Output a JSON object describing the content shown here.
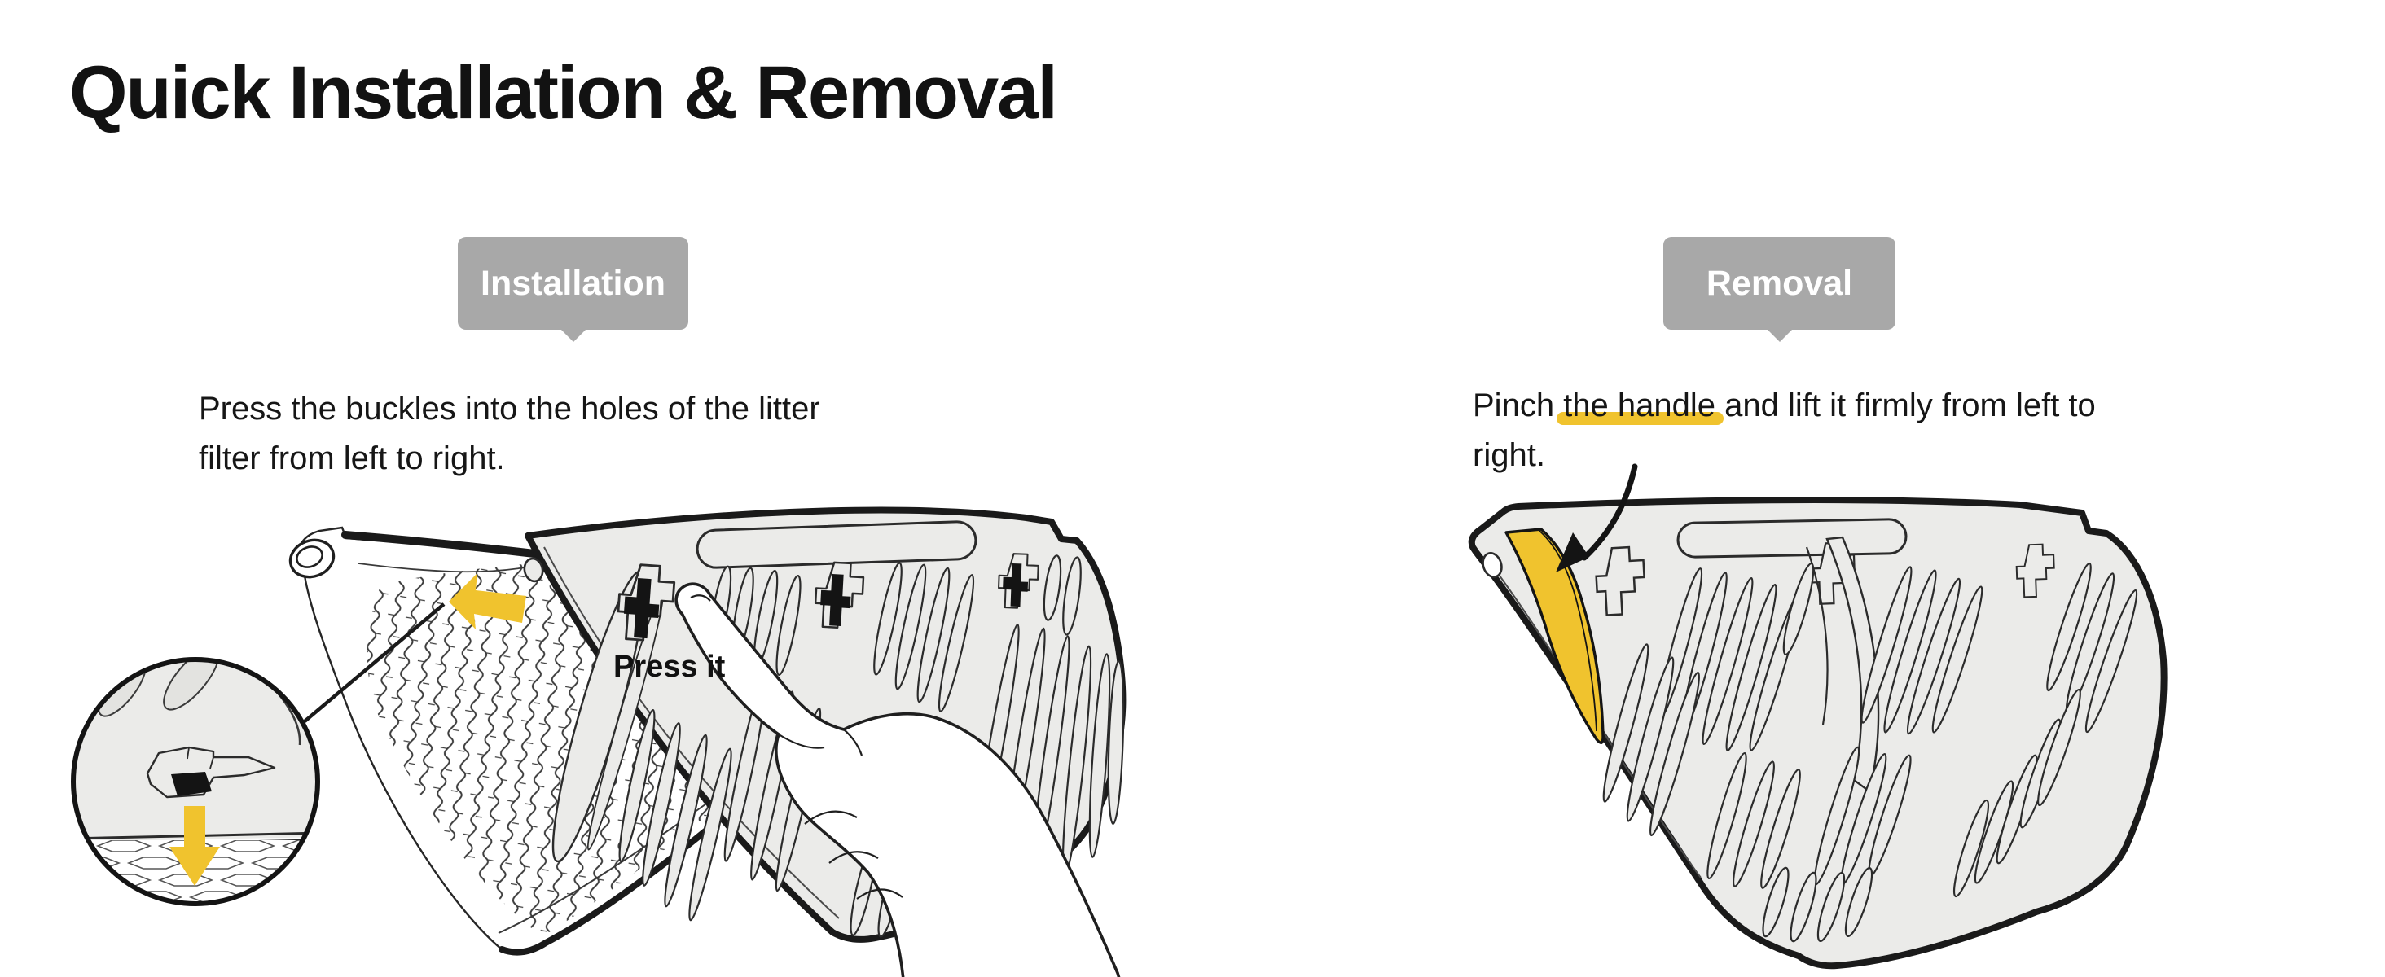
{
  "page": {
    "title": "Quick Installation & Removal"
  },
  "colors": {
    "accent_yellow": "#f0c32e",
    "badge_gray": "#a8a8a8",
    "panel_gray": "#ebebe9",
    "outline_black": "#1a1a1a",
    "text_black": "#161616"
  },
  "installation": {
    "badge_label": "Installation",
    "instruction_line1": "Press the buckles into the holes of the litter",
    "instruction_line2": "filter from left to right.",
    "press_label": "Press it",
    "icons": {
      "press_direction_arrow": "yellow-arrow-left",
      "buckle_drop_arrow": "yellow-arrow-down",
      "detail_view": "magnifier-circle"
    }
  },
  "removal": {
    "badge_label": "Removal",
    "line1_prefix": "Pinch ",
    "line1_highlight": "the handle",
    "line1_suffix": " and lift it firmly from left to",
    "line2": "right.",
    "icons": {
      "handle_pointer_arrow": "curved-arrow-down-left"
    }
  }
}
